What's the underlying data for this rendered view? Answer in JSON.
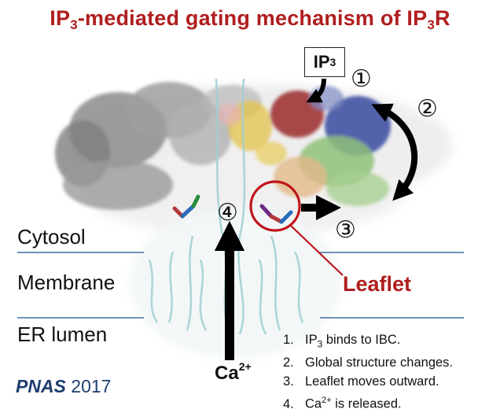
{
  "title": {
    "prefix": "IP",
    "sub1": "3",
    "middle": "-mediated gating mechanism of IP",
    "sub2": "3",
    "suffix": "R"
  },
  "ligand_box": {
    "text": "IP",
    "sub": "3"
  },
  "step_markers": [
    "①",
    "②",
    "③",
    "④"
  ],
  "regions": {
    "cytosol": "Cytosol",
    "membrane": "Membrane",
    "er_lumen": "ER lumen"
  },
  "leaflet_label": "Leaflet",
  "ion_label": {
    "text": "Ca",
    "sup": "2+"
  },
  "steps": [
    {
      "num": "1.",
      "pre": "IP",
      "sub": "3",
      "post": " binds to IBC."
    },
    {
      "num": "2.",
      "text": "Global structure changes."
    },
    {
      "num": "3.",
      "text": "Leaflet moves outward."
    },
    {
      "num": "4.",
      "pre": "Ca",
      "sup": "2+",
      "post": " is released."
    }
  ],
  "citation": {
    "journal": "PNAS",
    "year": "2017"
  },
  "colors": {
    "title": "#b01e1e",
    "leaflet_circle": "#c0151b",
    "membrane_lines": "#3f6fa8",
    "citation": "#1f3e6e",
    "protein_gray": "#8a8a8a",
    "protein_red": "#9b2a2a",
    "protein_blue": "#2d3f9a",
    "protein_green": "#8fc17a",
    "protein_yellow": "#e3c24a",
    "protein_tan": "#e2b98a",
    "pore_cyan": "#bfe0e3"
  }
}
